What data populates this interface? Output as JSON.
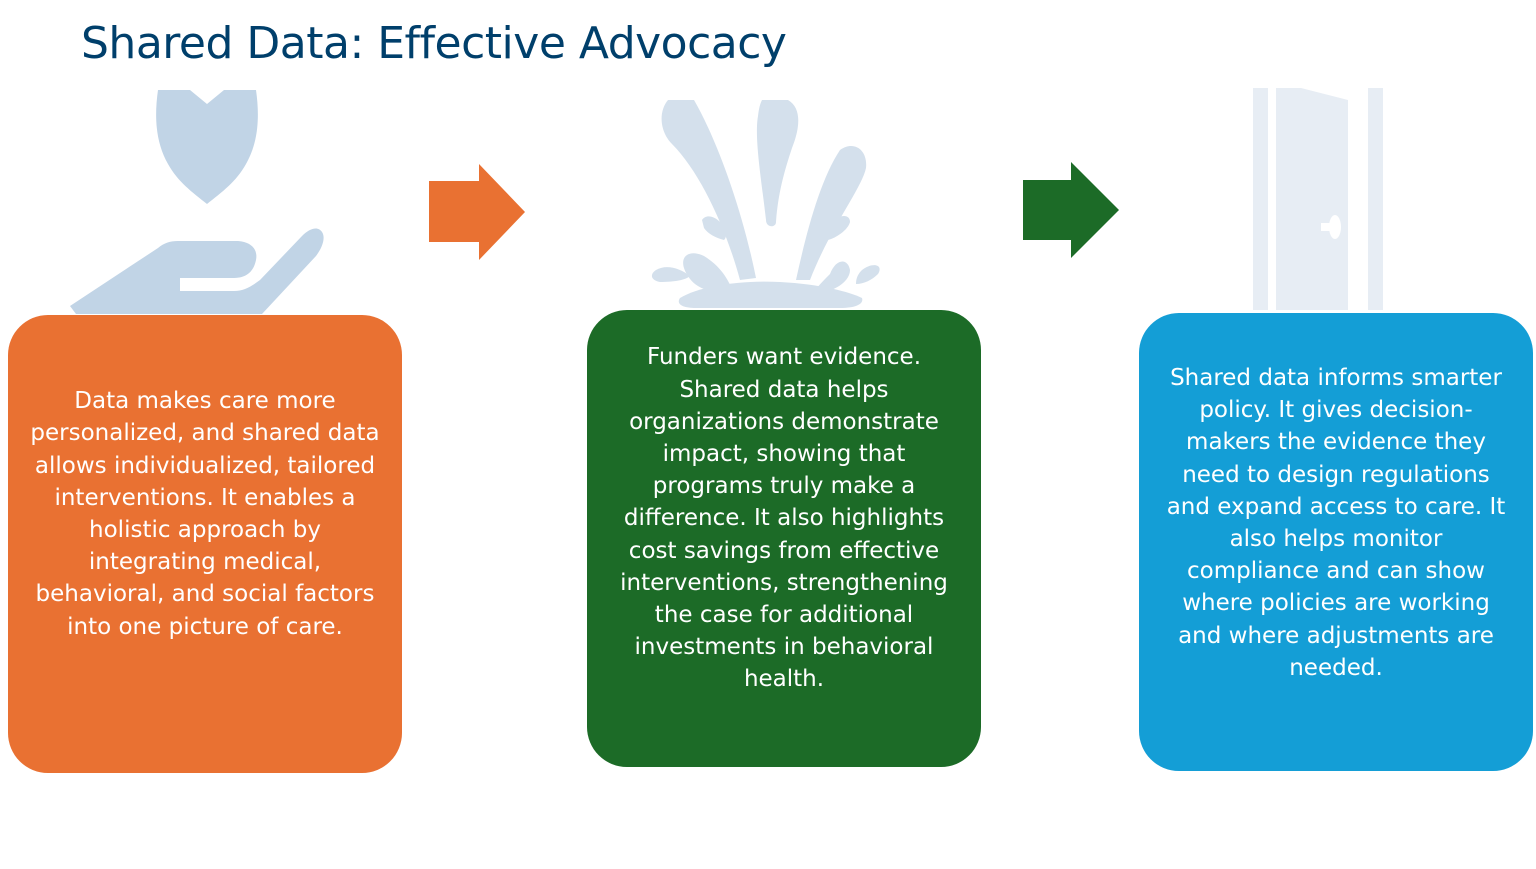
{
  "title": "Shared Data: Effective Advocacy",
  "colors": {
    "title": "#003f6b",
    "orange": "#e97132",
    "green": "#1c6b27",
    "blue": "#149ed6",
    "icon_light_blue": "#c1d4e6",
    "icon_splash": "#d4e0ec",
    "icon_door": "#e7edf4"
  },
  "steps": [
    {
      "icon": "hand-with-heart-icon",
      "text": "Data makes care more personalized, and shared data allows individualized, tailored interventions. It enables a holistic approach by integrating medical, behavioral, and social factors into one picture of care."
    },
    {
      "icon": "splash-icon",
      "text": "Funders want evidence. Shared data helps organizations demonstrate impact, showing that programs truly make a difference. It also highlights cost savings from effective interventions, strengthening the case for additional investments in behavioral health."
    },
    {
      "icon": "open-door-icon",
      "text": "Shared data informs smarter policy. It gives decision-makers the evidence they need to design regulations and expand access to care. It also helps monitor compliance and can show where policies are working and where adjustments are needed."
    }
  ],
  "arrows": [
    "arrow-right-icon",
    "arrow-right-icon"
  ]
}
